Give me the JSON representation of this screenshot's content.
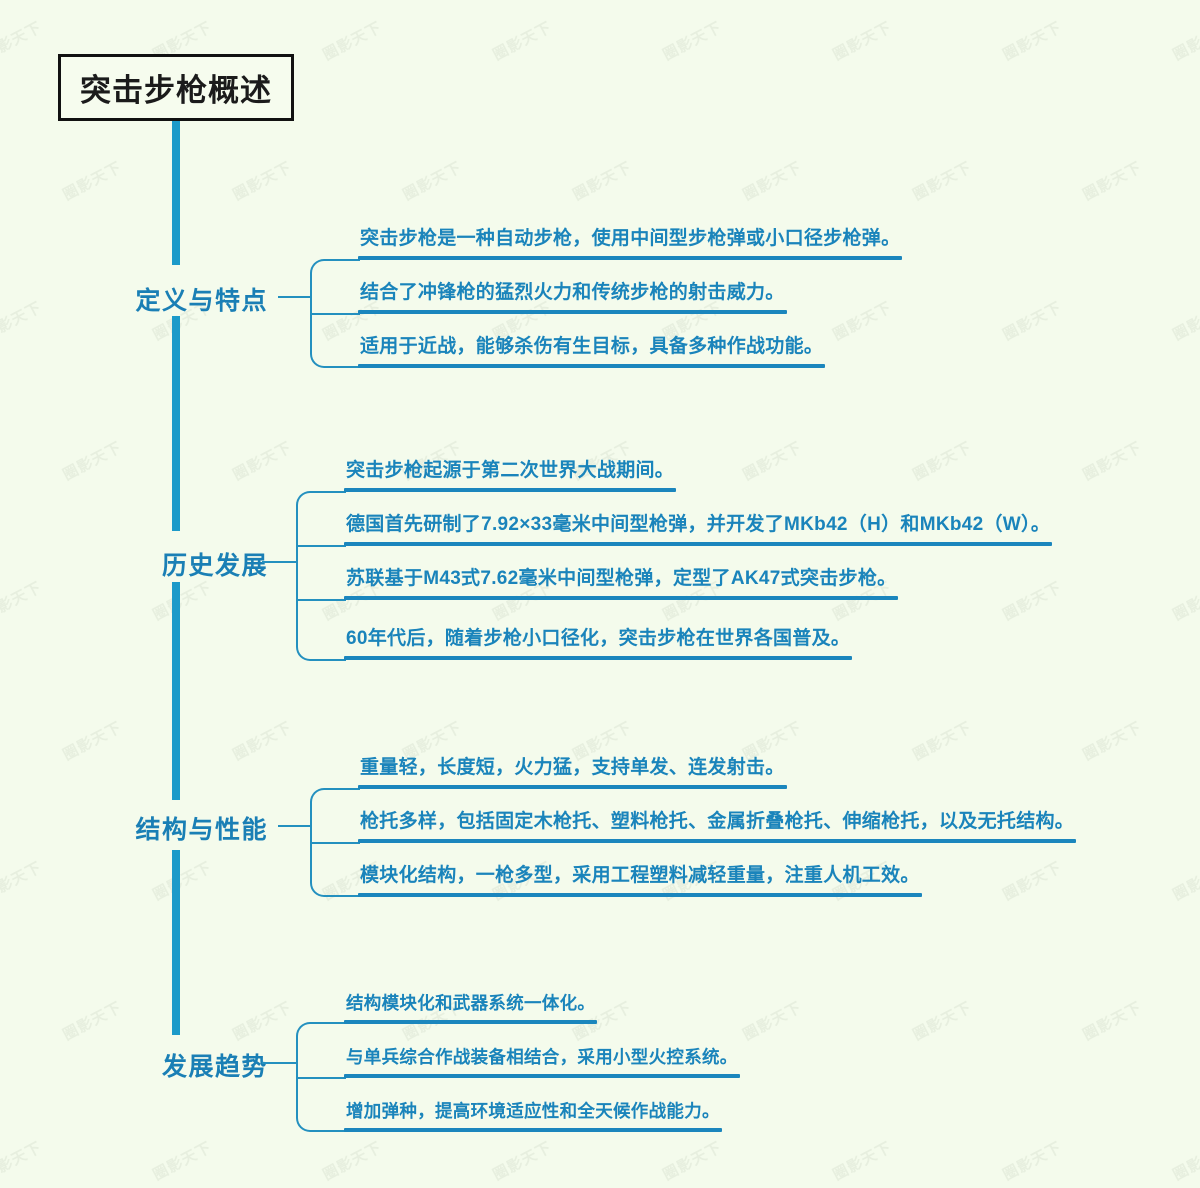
{
  "document": {
    "type": "mindmap",
    "title": "突击步枪概述",
    "background_color": "#f4fbec",
    "accent_color": "#1c9ac9",
    "branch_label_color": "#1a7fb5",
    "leaf_text_color": "#1a84bb",
    "root_border_color": "#111111"
  },
  "root": {
    "label": "突击步枪概述"
  },
  "watermark": {
    "text": "圈影天下"
  },
  "branches": [
    {
      "label": "定义与特点",
      "leaves": [
        "突击步枪是一种自动步枪，使用中间型步枪弹或小口径步枪弹。",
        "结合了冲锋枪的猛烈火力和传统步枪的射击威力。",
        "适用于近战，能够杀伤有生目标，具备多种作战功能。"
      ]
    },
    {
      "label": "历史发展",
      "leaves": [
        "突击步枪起源于第二次世界大战期间。",
        "德国首先研制了7.92×33毫米中间型枪弹，并开发了MKb42（H）和MKb42（W）。",
        "苏联基于M43式7.62毫米中间型枪弹，定型了AK47式突击步枪。",
        "60年代后，随着步枪小口径化，突击步枪在世界各国普及。"
      ]
    },
    {
      "label": "结构与性能",
      "leaves": [
        "重量轻，长度短，火力猛，支持单发、连发射击。",
        "枪托多样，包括固定木枪托、塑料枪托、金属折叠枪托、伸缩枪托，以及无托结构。",
        "模块化结构，一枪多型，采用工程塑料减轻重量，注重人机工效。"
      ]
    },
    {
      "label": "发展趋势",
      "leaves": [
        "结构模块化和武器系统一体化。",
        "与单兵综合作战装备相结合，采用小型火控系统。",
        "增加弹种，提高环境适应性和全天候作战能力。"
      ]
    }
  ]
}
